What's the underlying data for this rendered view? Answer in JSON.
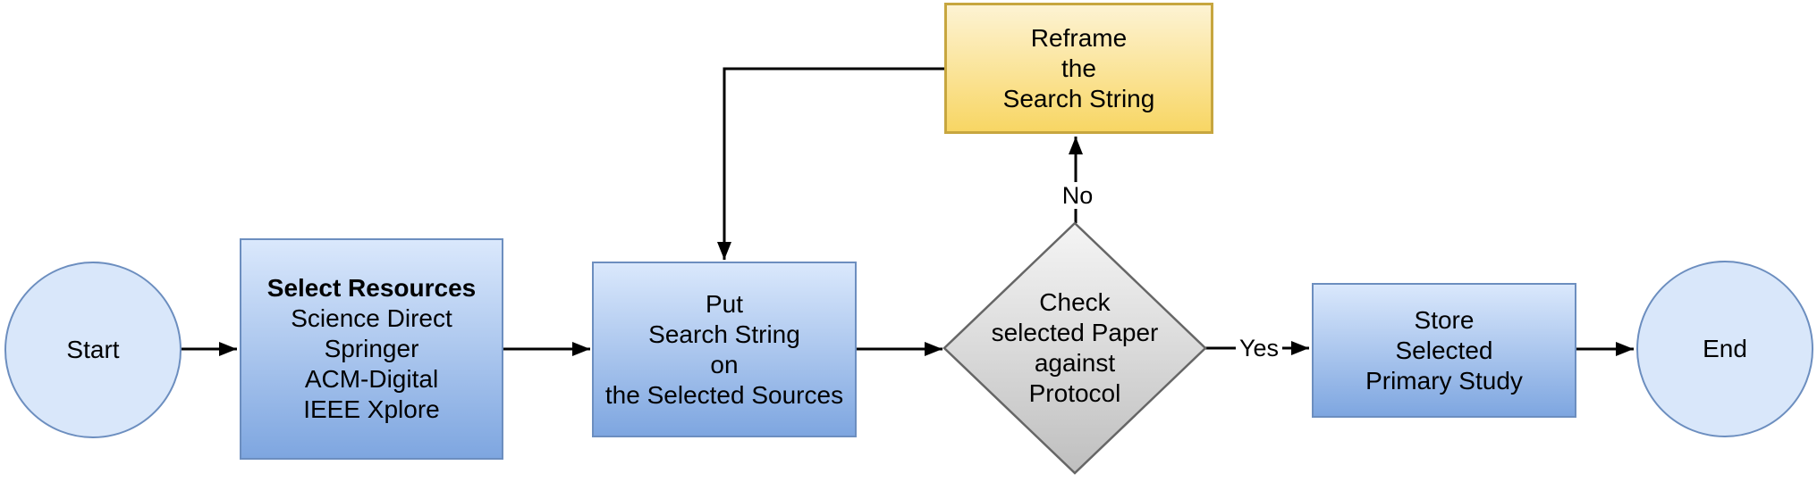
{
  "flowchart": {
    "nodes": {
      "start": {
        "label": "Start"
      },
      "select_resources": {
        "title": "Select Resources",
        "items": "Science Direct\nSpringer\nACM-Digital\nIEEE Xplore"
      },
      "put_search_string": {
        "label": "Put\nSearch String\non\nthe Selected Sources"
      },
      "check_paper": {
        "label": "Check\nselected Paper\nagainst\nProtocol"
      },
      "reframe": {
        "label": "Reframe\nthe\nSearch String"
      },
      "store": {
        "label": "Store\nSelected\nPrimary Study"
      },
      "end": {
        "label": "End"
      }
    },
    "edge_labels": {
      "no": "No",
      "yes": "Yes"
    },
    "colors": {
      "process_fill_top": "#dae8fc",
      "process_fill_bottom": "#7ea6e0",
      "process_stroke": "#6c8ebf",
      "terminator_fill": "#d9e7fa",
      "reframe_fill_top": "#fdf3d3",
      "reframe_fill_bottom": "#f8d664",
      "reframe_stroke": "#c7a63f",
      "decision_fill_top": "#f5f5f5",
      "decision_fill_bottom": "#bfbfbf",
      "decision_stroke": "#666666",
      "connector": "#000000",
      "background": "#ffffff"
    }
  }
}
